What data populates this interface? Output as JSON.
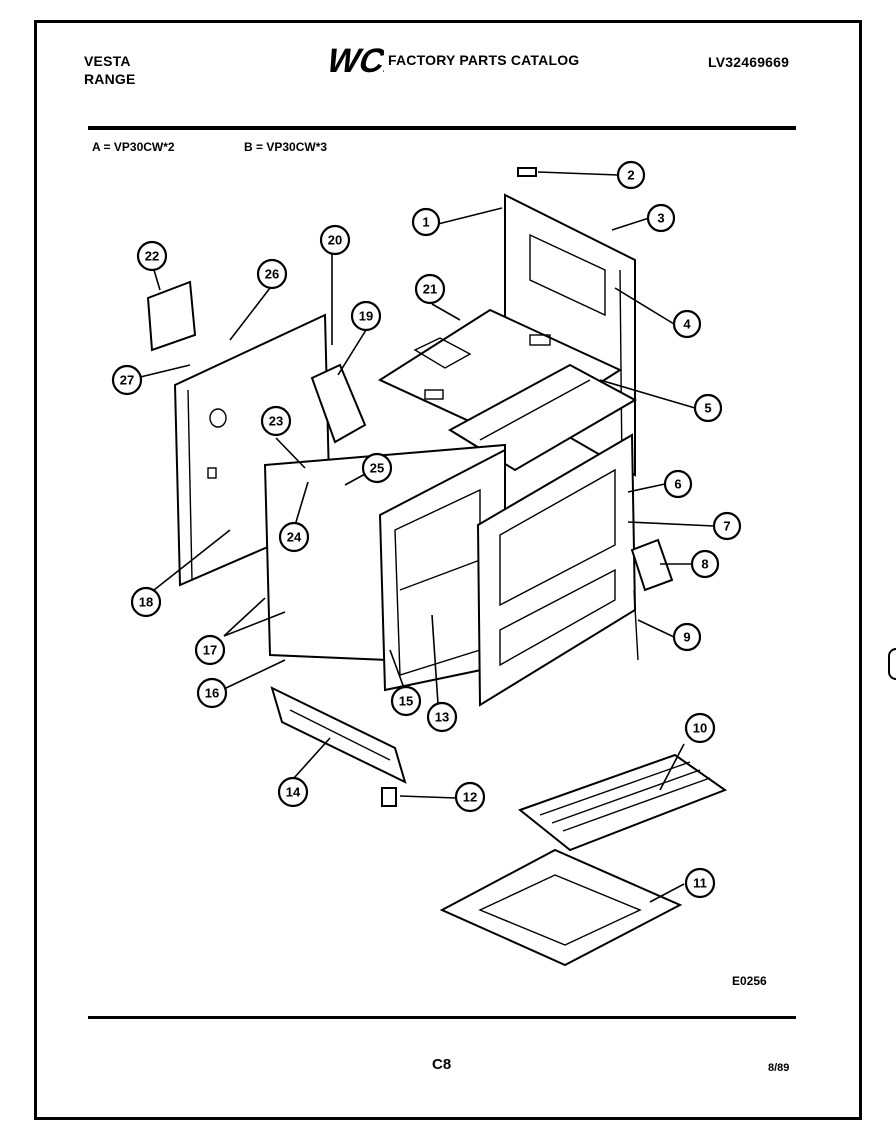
{
  "header": {
    "brand": "VESTA",
    "product": "RANGE",
    "catalog_title": "FACTORY PARTS CATALOG",
    "model_number": "LV32469669"
  },
  "logo": {
    "text": "WCI"
  },
  "variants": [
    {
      "label": "A = VP30CW*2"
    },
    {
      "label": "B = VP30CW*3"
    }
  ],
  "callouts": [
    {
      "id": "1"
    },
    {
      "id": "2"
    },
    {
      "id": "3"
    },
    {
      "id": "4"
    },
    {
      "id": "5"
    },
    {
      "id": "6"
    },
    {
      "id": "7"
    },
    {
      "id": "8"
    },
    {
      "id": "9"
    },
    {
      "id": "10"
    },
    {
      "id": "11"
    },
    {
      "id": "12"
    },
    {
      "id": "13"
    },
    {
      "id": "14"
    },
    {
      "id": "15"
    },
    {
      "id": "16"
    },
    {
      "id": "17"
    },
    {
      "id": "18"
    },
    {
      "id": "19"
    },
    {
      "id": "20"
    },
    {
      "id": "21"
    },
    {
      "id": "22"
    },
    {
      "id": "23"
    },
    {
      "id": "24"
    },
    {
      "id": "25"
    },
    {
      "id": "26"
    },
    {
      "id": "27"
    }
  ],
  "footer": {
    "figure_code": "E0256",
    "page": "C8",
    "date": "8/89"
  }
}
